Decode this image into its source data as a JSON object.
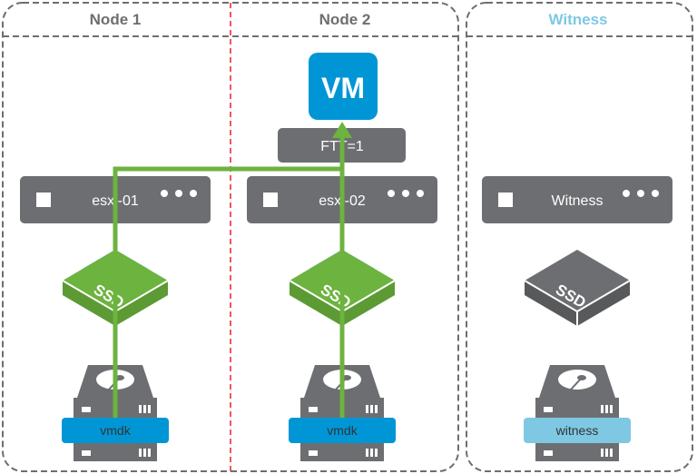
{
  "headers": {
    "node1": "Node 1",
    "node2": "Node 2",
    "witness": "Witness"
  },
  "vm": {
    "label": "VM"
  },
  "policy": {
    "label": "FTT=1"
  },
  "hosts": [
    {
      "label": "esxi-01"
    },
    {
      "label": "esxi-02"
    },
    {
      "label": "Witness"
    }
  ],
  "ssd_label": "SSD",
  "disks": [
    {
      "label": "vmdk"
    },
    {
      "label": "vmdk"
    },
    {
      "label": "witness"
    }
  ],
  "colors": {
    "gray": "#6d6e71",
    "blue": "#0096d6",
    "light_blue": "#7ec8e3",
    "green": "#6db33f",
    "red_divider": "#e8202a"
  }
}
